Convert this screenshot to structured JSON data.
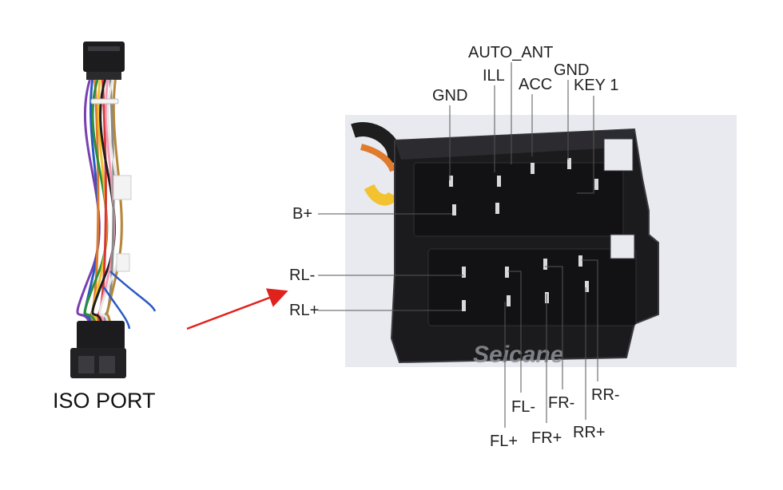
{
  "colors": {
    "connector_body": "#1b1b1d",
    "connector_edge": "#3a3a3e",
    "photo_bg": "#e8eaef",
    "leader_line": "#555555",
    "arrow": "#e0221e",
    "watermark": "#8f9299"
  },
  "left_panel": {
    "caption": "ISO PORT",
    "wire_colors": [
      "#7b3fb0",
      "#2b59c3",
      "#e07a2c",
      "#2a8f3c",
      "#f2c230",
      "#d8373a",
      "#1e1e1e",
      "#f59bb4",
      "#8a8a8a",
      "#ffffff",
      "#b4873a"
    ]
  },
  "watermark": "Seicane",
  "pins": {
    "top": [
      "GND",
      "AUTO_ANT",
      "ILL",
      "ACC",
      "GND",
      "KEY 1"
    ],
    "left": [
      "B+",
      "RL-",
      "RL+"
    ],
    "bottom": [
      "FL-",
      "FL+",
      "FR-",
      "FR+",
      "RR-",
      "RR+"
    ]
  }
}
